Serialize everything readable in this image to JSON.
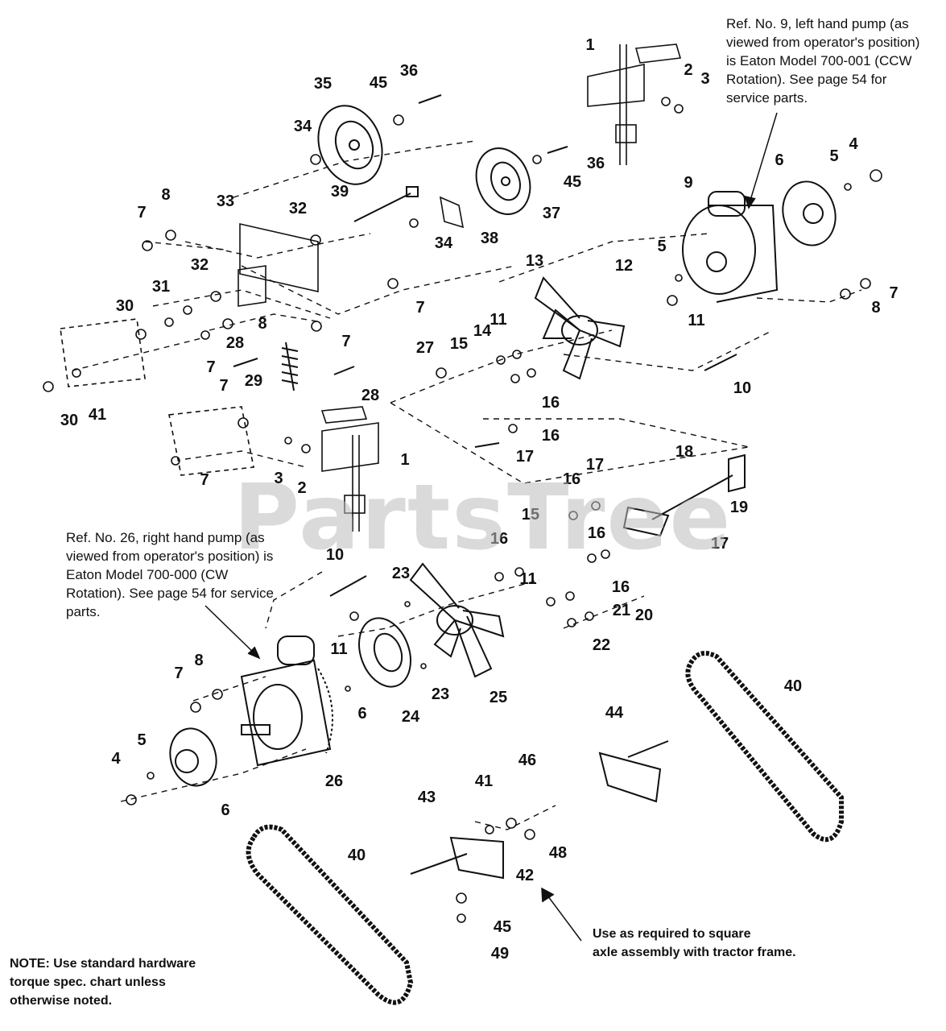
{
  "watermark": "PartsTree",
  "notes": {
    "left_pump": "Ref. No. 9, left hand pump (as\nviewed from operator's position)\nis Eaton Model 700-001 (CCW\nRotation). See page 54 for\nservice parts.",
    "right_pump": "Ref. No. 26, right hand pump (as\nviewed from operator's position) is\nEaton Model 700-000 (CW\nRotation). See page 54 for service\nparts.",
    "torque": "NOTE: Use standard hardware\ntorque spec. chart unless\notherwise noted.",
    "square_axle": "Use as required to square\naxle assembly with tractor frame."
  },
  "callouts": [
    "1",
    "2",
    "3",
    "4",
    "5",
    "6",
    "7",
    "8",
    "9",
    "10",
    "11",
    "12",
    "13",
    "14",
    "15",
    "16",
    "17",
    "18",
    "19",
    "20",
    "21",
    "22",
    "23",
    "24",
    "25",
    "26",
    "27",
    "28",
    "29",
    "30",
    "31",
    "32",
    "33",
    "34",
    "35",
    "36",
    "37",
    "38",
    "39",
    "40",
    "41",
    "42",
    "43",
    "44",
    "45",
    "46",
    "48",
    "49"
  ],
  "colors": {
    "ink": "#111111",
    "watermark": "#bdbdbd",
    "background": "#ffffff"
  }
}
